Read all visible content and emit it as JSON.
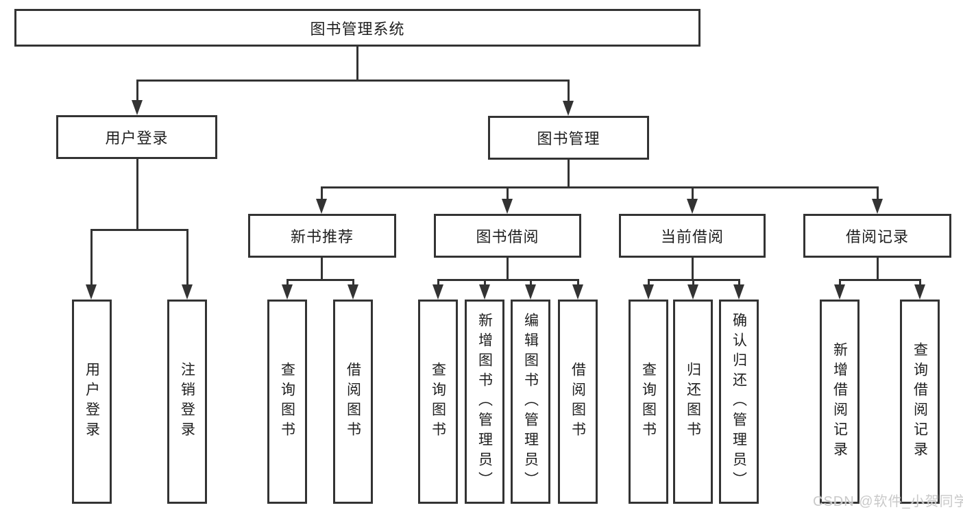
{
  "diagram": {
    "root": {
      "label": "图书管理系统"
    },
    "user_login": {
      "label": "用户登录",
      "children": [
        {
          "label": "用户登录"
        },
        {
          "label": "注销登录"
        }
      ]
    },
    "book_mgmt": {
      "label": "图书管理",
      "children": [
        {
          "label": "新书推荐",
          "children": [
            {
              "label": "查询图书"
            },
            {
              "label": "借阅图书"
            }
          ]
        },
        {
          "label": "图书借阅",
          "children": [
            {
              "label": "查询图书"
            },
            {
              "label": "新增图书（管理员）"
            },
            {
              "label": "编辑图书（管理员）"
            },
            {
              "label": "借阅图书"
            }
          ]
        },
        {
          "label": "当前借阅",
          "children": [
            {
              "label": "查询图书"
            },
            {
              "label": "归还图书"
            },
            {
              "label": "确认归还（管理员）"
            }
          ]
        },
        {
          "label": "借阅记录",
          "children": [
            {
              "label": "新增借阅记录"
            },
            {
              "label": "查询借阅记录"
            }
          ]
        }
      ]
    },
    "watermark": "CSDN @软件_小贺同学",
    "colors": {
      "line": "#333333",
      "text": "#1f1f1f",
      "watermark": "#c9c9c9",
      "background": "#ffffff"
    }
  }
}
